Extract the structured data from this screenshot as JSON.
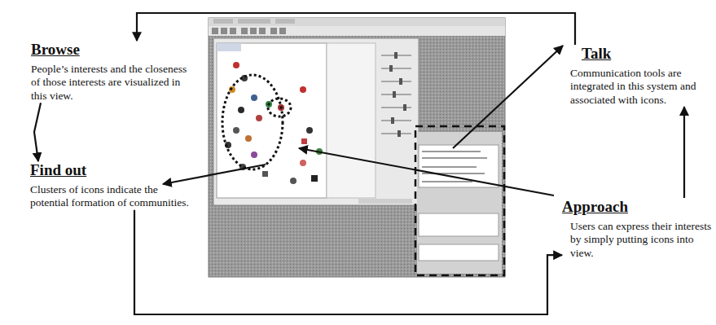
{
  "diagram": {
    "nodes": [
      {
        "text": [
          "Browse",
          "People’s interests and the closeness of those interests are visualized in this view."
        ]
      },
      {
        "text": [
          "Talk",
          "Communication tools are integrated in this system and associated with icons."
        ]
      },
      {
        "text": [
          "Find out",
          "Clusters of icons indicate the potential formation of communities."
        ]
      },
      {
        "text": [
          "Approach",
          "Users can express their interests by simply putting icons into view."
        ]
      }
    ],
    "edges": [
      {
        "from": 1,
        "to": 0,
        "arrow": "to"
      },
      {
        "from": 0,
        "to": 2,
        "arrow": "to"
      },
      {
        "from": 2,
        "to": 3,
        "arrow": "to"
      },
      {
        "from": 3,
        "to": 1,
        "arrow": "to"
      }
    ]
  }
}
